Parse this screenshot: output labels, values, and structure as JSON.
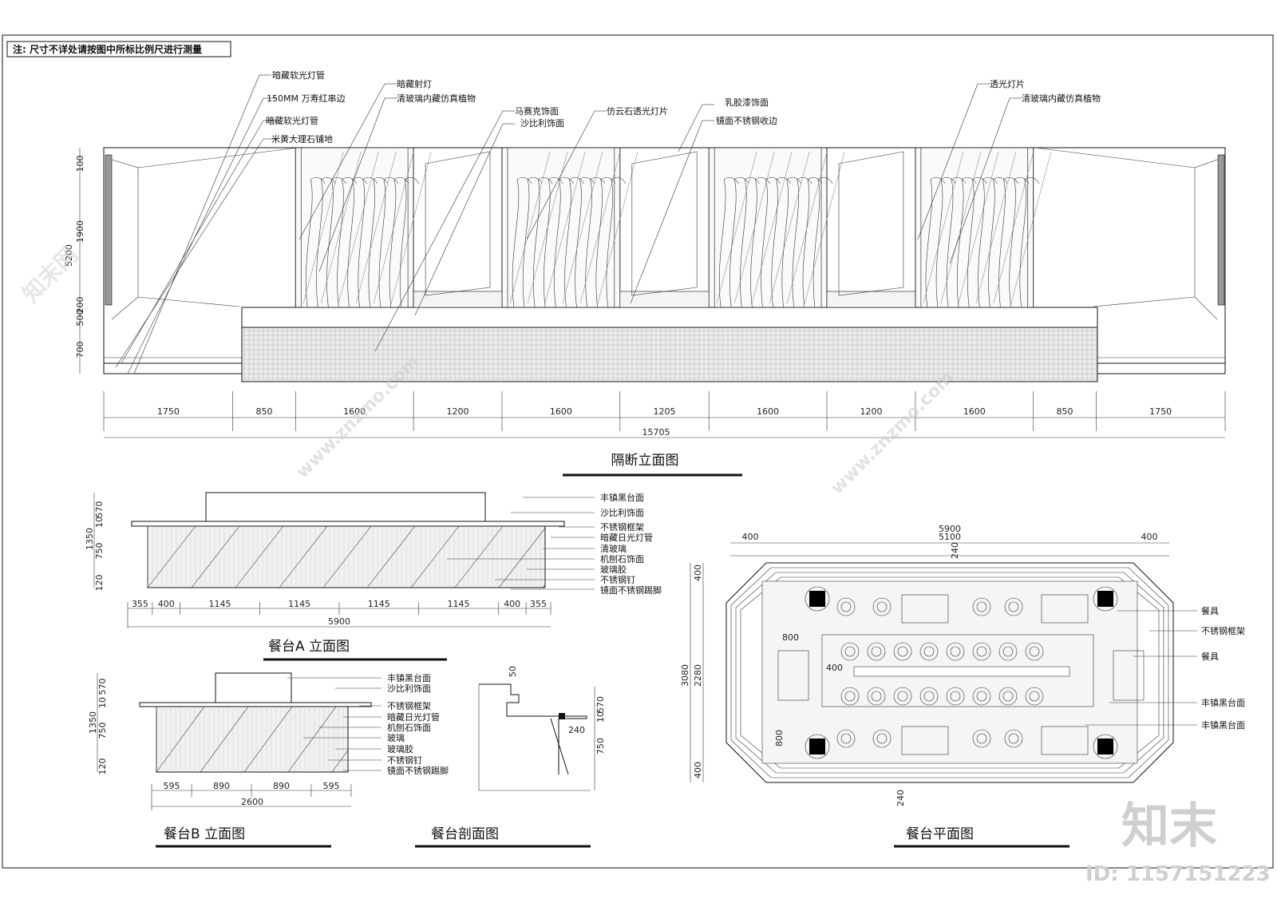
{
  "note": "注: 尺寸不详处请按图中所标比例尺进行测量",
  "partition": {
    "title": "隔断立面图",
    "labels": [
      "暗藏软光灯管",
      "150MM 万寿红串边",
      "暗藏软光灯管",
      "米黄大理石铺地",
      "暗藏射灯",
      "清玻璃内藏仿真植物",
      "马赛克饰面",
      "沙比利饰面",
      "仿云石透光灯片",
      "乳胶漆饰面",
      "镜面不锈钢收边",
      "透光灯片",
      "清玻璃内藏仿真植物"
    ],
    "hdims": [
      "1750",
      "850",
      "1600",
      "1200",
      "1600",
      "1205",
      "1600",
      "1200",
      "1600",
      "850",
      "1750"
    ],
    "total": "15705",
    "vdims": [
      "100",
      "1900",
      "5200",
      "200",
      "500",
      "700"
    ]
  },
  "tableA": {
    "title": "餐台A 立面图",
    "labels": [
      "丰镇黑台面",
      "沙比利饰面",
      "不锈钢框架",
      "暗藏日光灯管",
      "清玻璃",
      "机刨石饰面",
      "玻璃胶",
      "不锈钢钉",
      "镜面不锈钢踢脚"
    ],
    "hdims": [
      "355",
      "400",
      "1145",
      "1145",
      "1145",
      "1145",
      "400",
      "355"
    ],
    "total": "5900",
    "vdims": [
      "1350",
      "570",
      "10",
      "750",
      "120"
    ]
  },
  "tableB": {
    "title": "餐台B 立面图",
    "labels": [
      "丰镇黑台面",
      "沙比利饰面",
      "不锈钢框架",
      "暗藏日光灯管",
      "机刨石饰面",
      "玻璃",
      "玻璃胶",
      "不锈钢钉",
      "镜面不锈钢踢脚"
    ],
    "hdims": [
      "595",
      "890",
      "890",
      "595"
    ],
    "total": "2600",
    "vdims": [
      "1350",
      "570",
      "10",
      "750",
      "120"
    ]
  },
  "section": {
    "title": "餐台剖面图",
    "dims": [
      "50",
      "570",
      "10",
      "750",
      "240"
    ]
  },
  "plan": {
    "title": "餐台平面图",
    "labels": [
      "餐具",
      "不锈钢框架",
      "餐具",
      "丰镇黑台面",
      "丰镇黑台面"
    ],
    "topdims": [
      "5900",
      "400",
      "5100",
      "400"
    ],
    "sidedims": [
      "3080",
      "2280",
      "400",
      "400"
    ],
    "inner": [
      "240",
      "800",
      "400",
      "800",
      "240"
    ]
  },
  "watermark": {
    "brand": "知末",
    "id": "ID: 1157151223",
    "site": "www.znzmo.com",
    "cn": "知末网"
  }
}
